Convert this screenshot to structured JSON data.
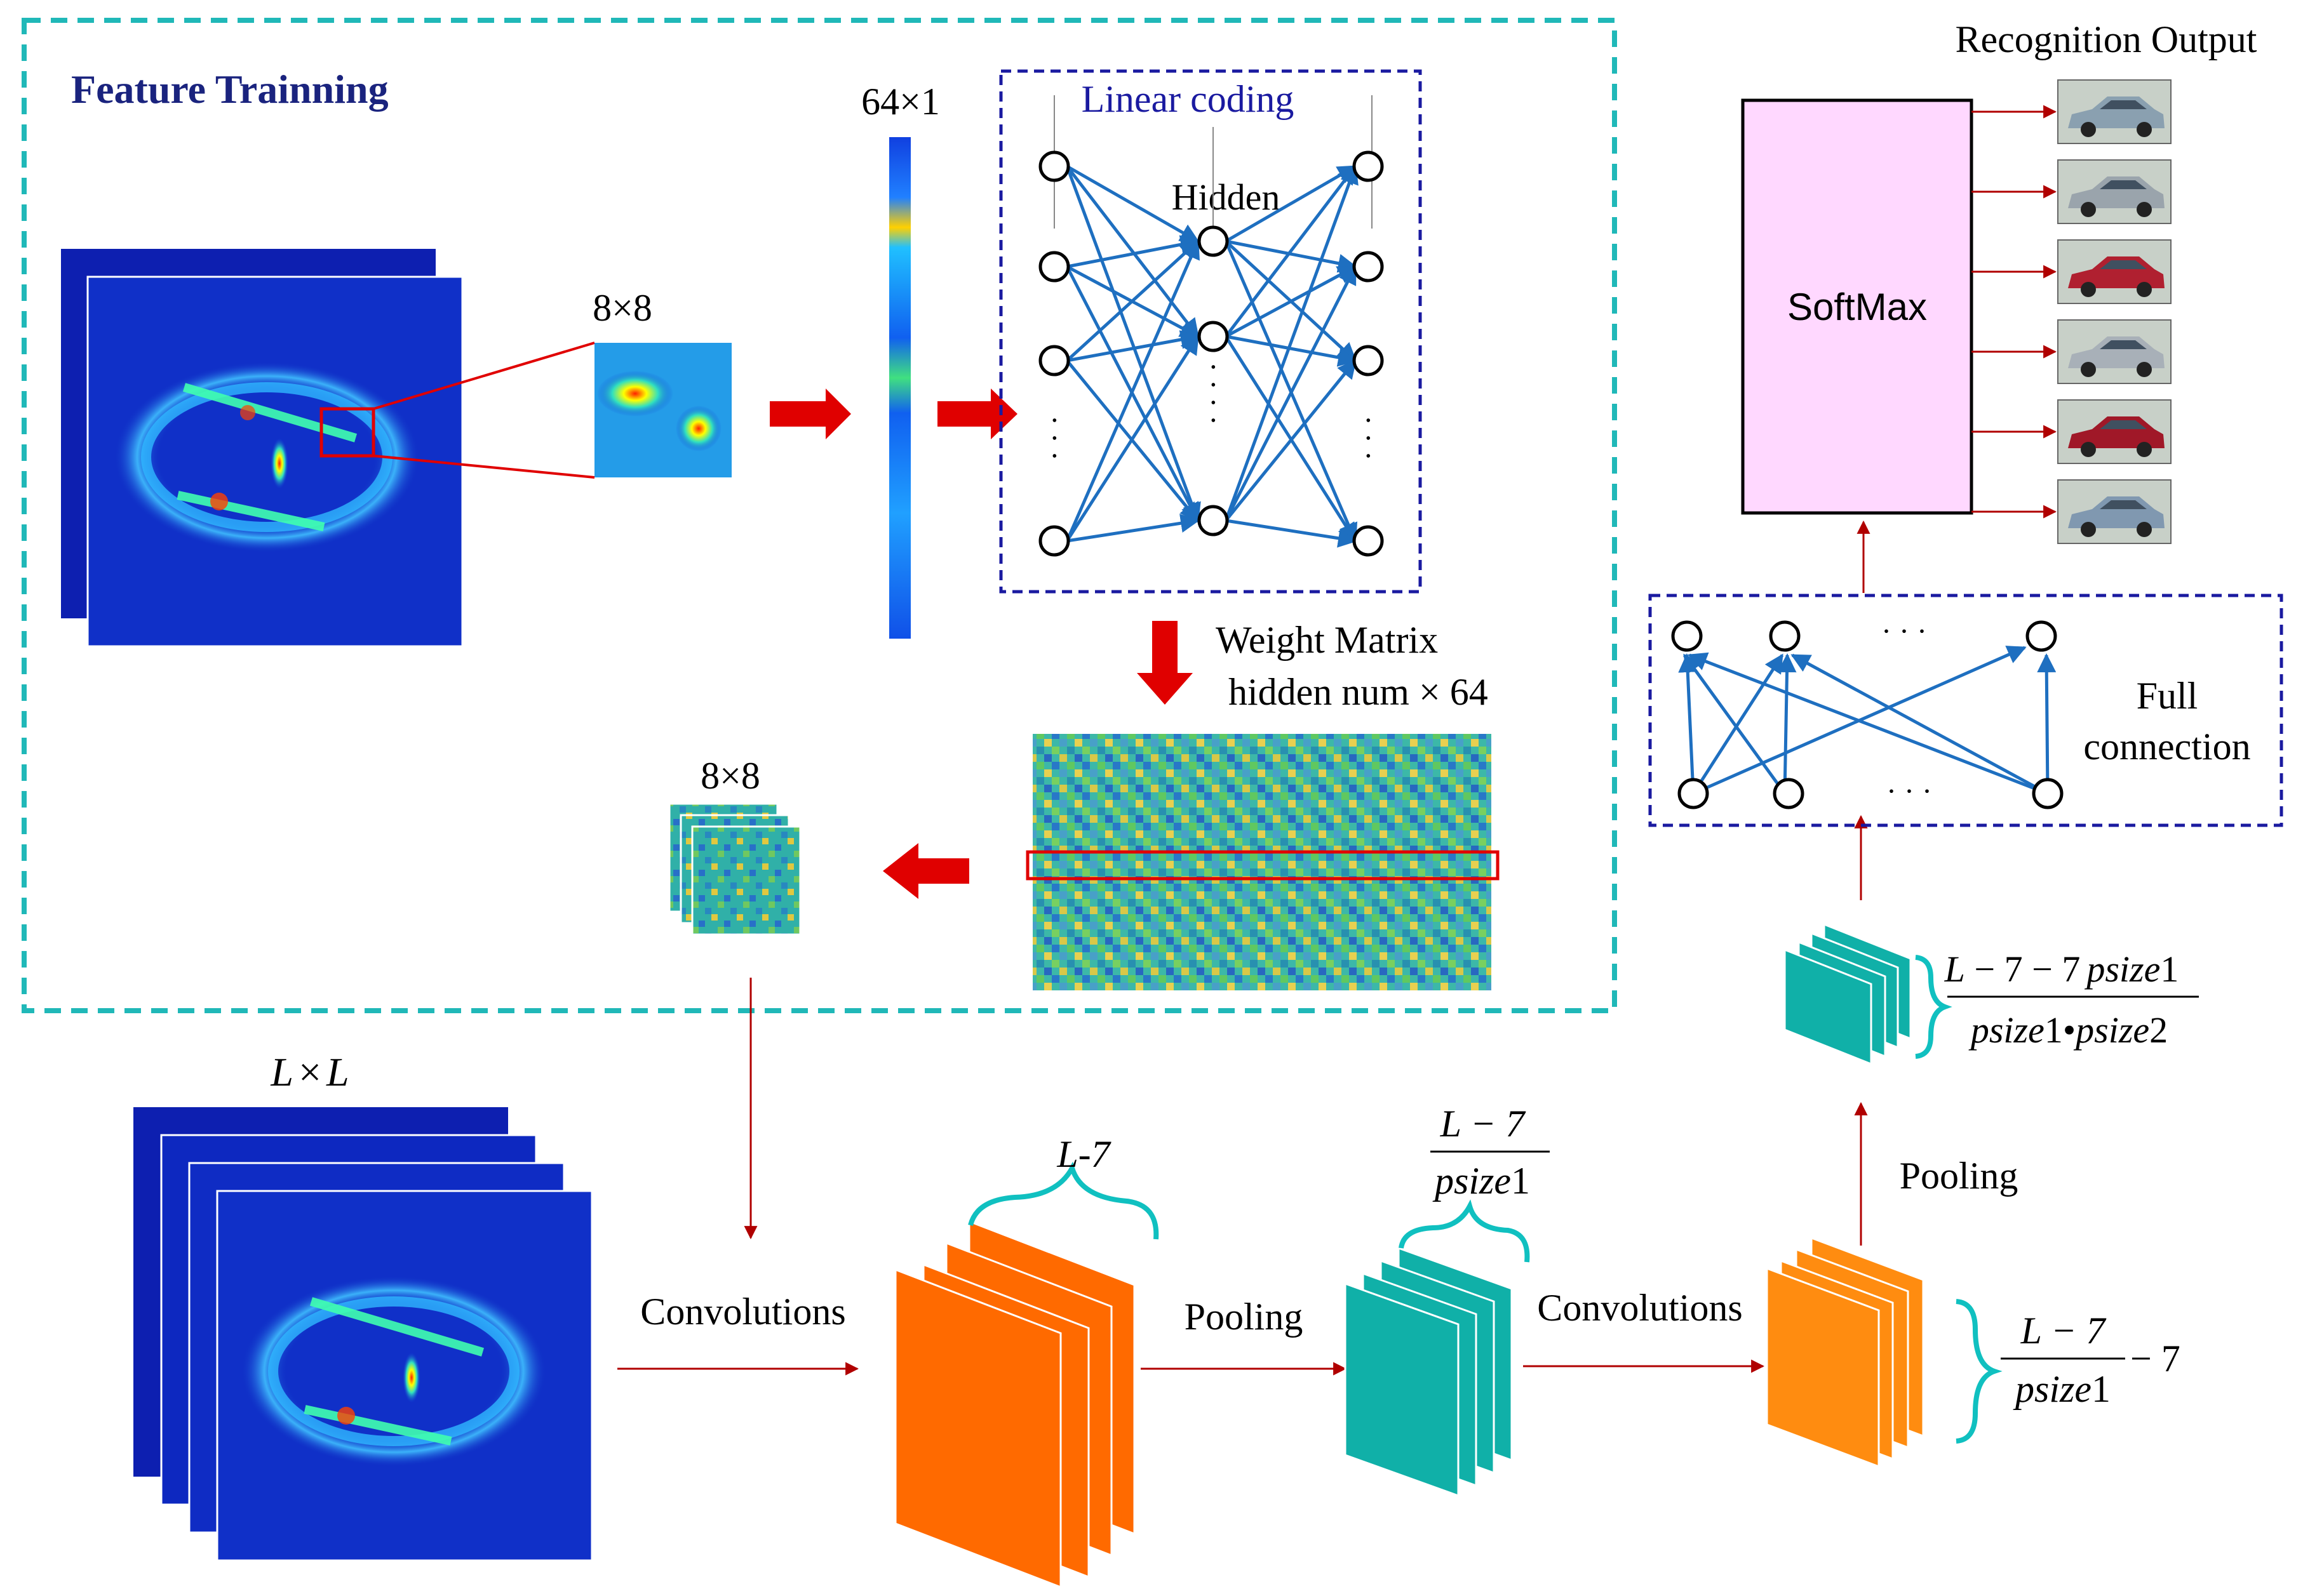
{
  "feature_training": {
    "title": "Feature Trainning",
    "patch_label": "8×8",
    "vector_label": "64×1",
    "linear_coding_label": "Linear coding",
    "hidden_label": "Hidden",
    "weight_matrix_label": "Weight Matrix",
    "weight_matrix_dims": "hidden num × 64",
    "filters_label": "8×8",
    "hidden_dots": "· · · ·",
    "input_dots": "· · ·",
    "output_dots": "· · ·"
  },
  "pipeline": {
    "input_label_L": "L",
    "input_label_x": "×",
    "convolutions_label_1": "Convolutions",
    "pooling_label_1": "Pooling",
    "convolutions_label_2": "Convolutions",
    "pooling_label_2": "Pooling",
    "conv1_size": "L-7",
    "pool1_num": "L − 7",
    "pool1_den_it": "psize",
    "pool1_den_n": "1",
    "conv2_num": "L − 7",
    "conv2_den_it": "psize",
    "conv2_den_n": "1",
    "conv2_minus": "− 7",
    "pool2_num_L": "L",
    "pool2_num_rest": " − 7 − 7",
    "pool2_num_it": "psize",
    "pool2_num_n": "1",
    "pool2_den_it1": "psize",
    "pool2_den_n1": "1",
    "pool2_den_dot": "•",
    "pool2_den_it2": "psize",
    "pool2_den_n2": "2"
  },
  "classifier": {
    "full_connection_label_1": "Full",
    "full_connection_label_2": "connection",
    "fc_dots_top": "·   ·   ·",
    "fc_dots_bottom": "·   ·   ·",
    "softmax_label": "SoftMax",
    "recognition_output_label": "Recognition Output",
    "output_car_count": 6
  },
  "colors": {
    "dashed_outer": "#20b8b8",
    "dashed_inner": "#1a1aa0",
    "arrow_red": "#e00000",
    "thin_arrow": "#b00000",
    "network_blue": "#1e6fc0",
    "orange_map": "#ff6a00",
    "orange_map_2": "#ff8c10",
    "teal_map": "#10b0a8",
    "softmax_fill": "#ffd8ff",
    "heatmap_bg": "#1030c8",
    "title_color": "#1a237e"
  }
}
